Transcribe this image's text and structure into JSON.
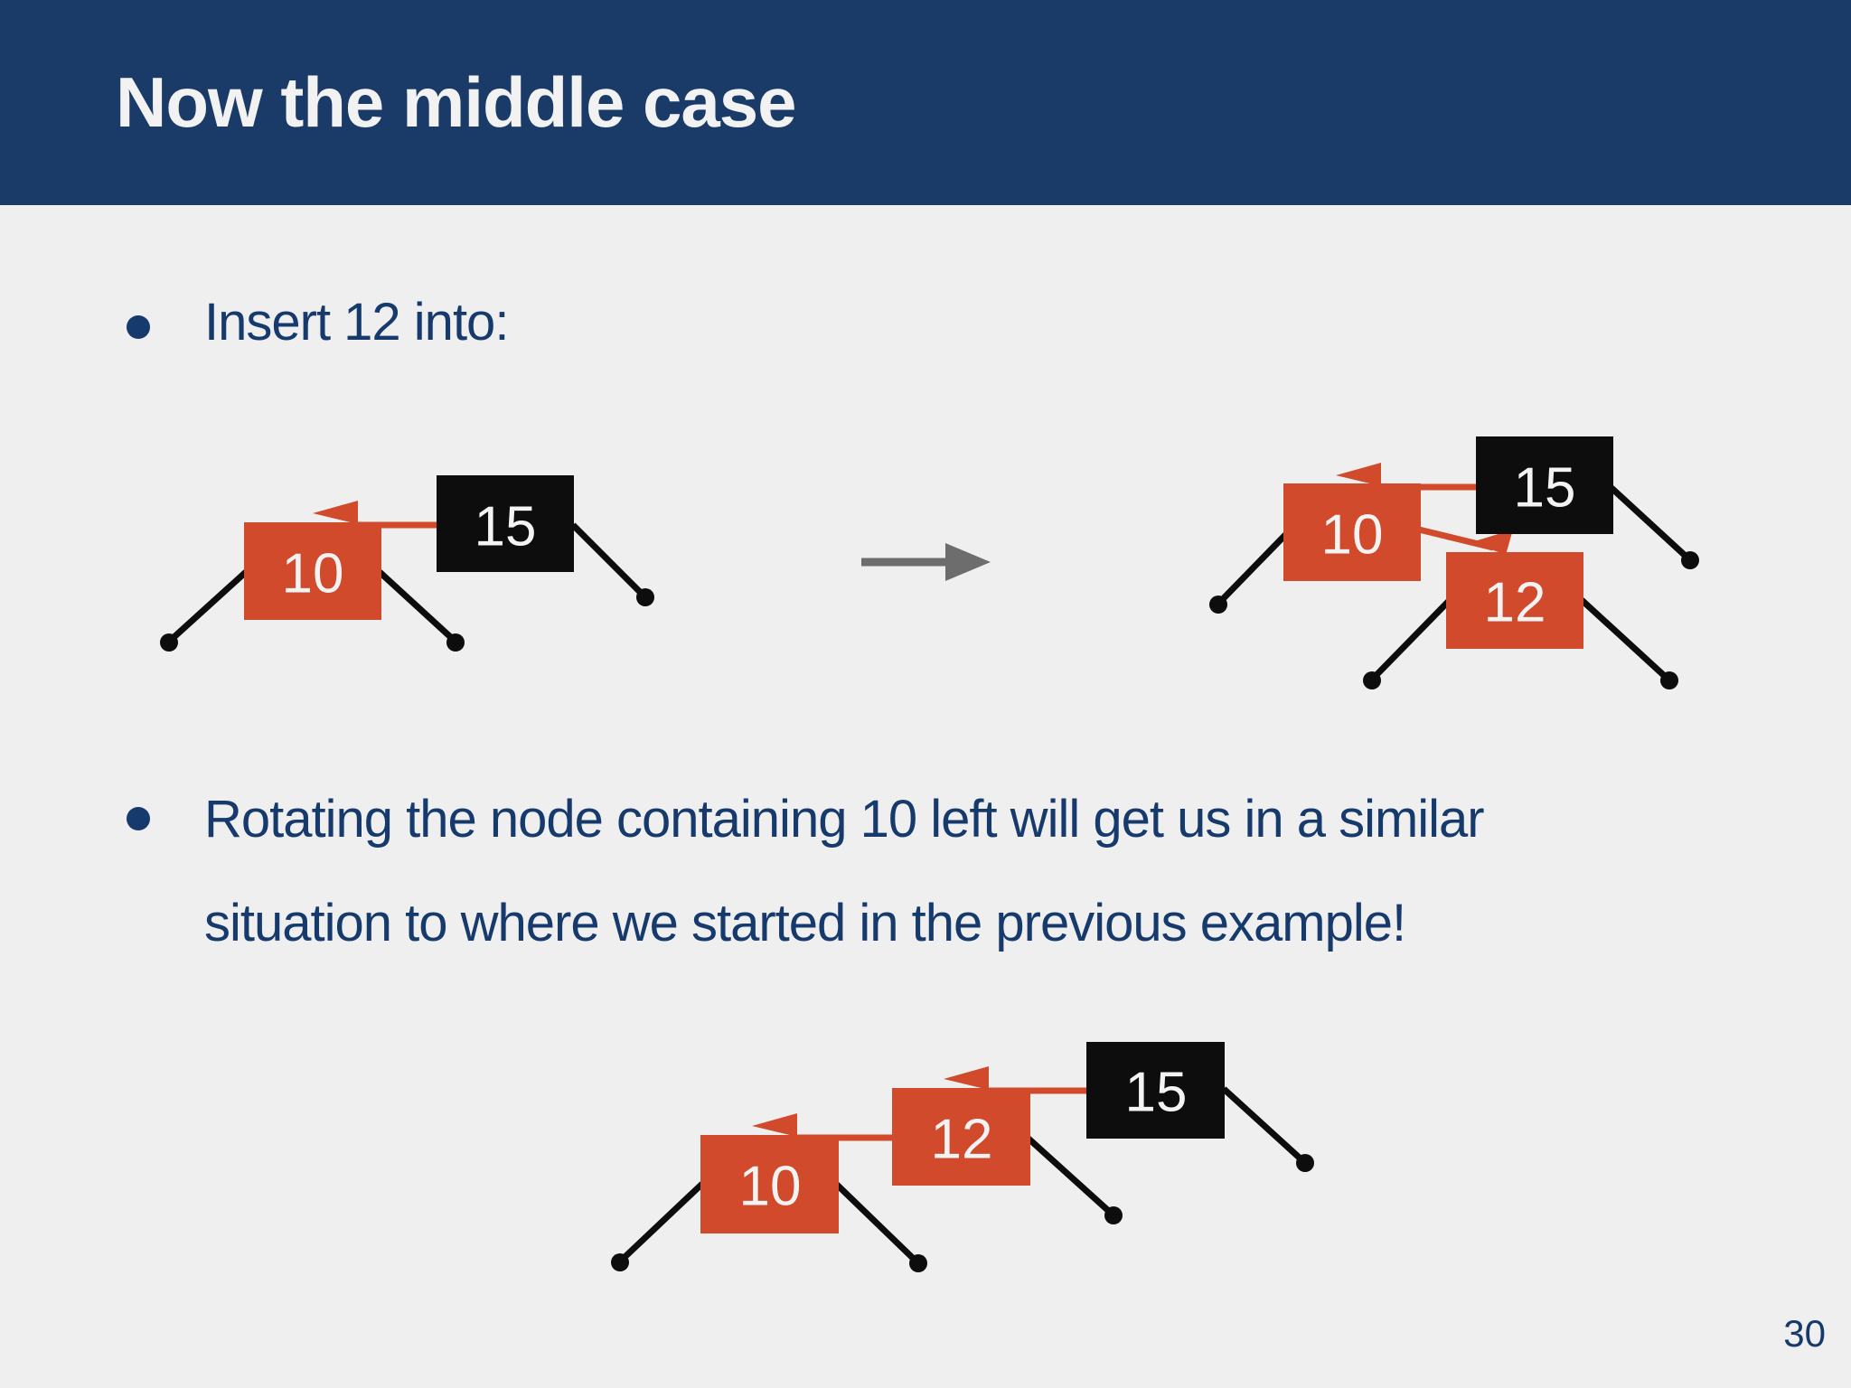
{
  "header": {
    "title": "Now the middle case"
  },
  "bullets": [
    {
      "lines": [
        "Insert 12 into:"
      ]
    },
    {
      "lines": [
        "Rotating the node containing 10 left will get us in a similar",
        "situation to where we started in the previous example!"
      ]
    }
  ],
  "trees": {
    "initial": {
      "nodes": [
        {
          "value": "15",
          "color": "black"
        },
        {
          "value": "10",
          "color": "red"
        }
      ]
    },
    "after_insert": {
      "nodes": [
        {
          "value": "15",
          "color": "black"
        },
        {
          "value": "10",
          "color": "red"
        },
        {
          "value": "12",
          "color": "red"
        }
      ]
    },
    "after_rotation": {
      "nodes": [
        {
          "value": "15",
          "color": "black"
        },
        {
          "value": "12",
          "color": "red"
        },
        {
          "value": "10",
          "color": "red"
        }
      ]
    }
  },
  "icons": {
    "bullet": "filled-circle",
    "transition_arrow": "right-arrow",
    "nil_leaf": "filled-dot",
    "child_pointer": "red-flag-arrow"
  },
  "colors": {
    "header_bg": "#1a3a68",
    "body_text": "#173a6d",
    "node_red": "#d04a2b",
    "node_black": "#0d0d0d",
    "background": "#efefef",
    "arrow_gray": "#6d6d6d"
  },
  "page_number": "30"
}
